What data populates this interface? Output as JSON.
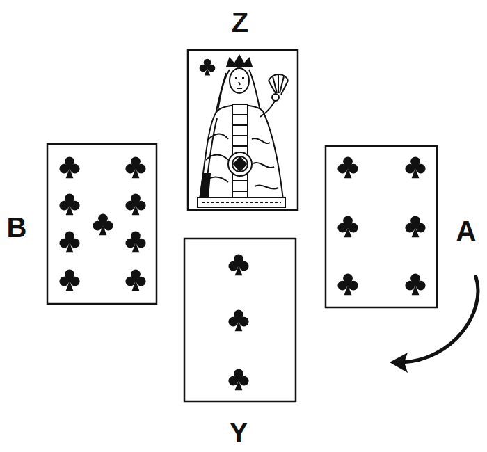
{
  "diagram": {
    "labels": [
      "Z",
      "B",
      "A",
      "Y"
    ]
  }
}
